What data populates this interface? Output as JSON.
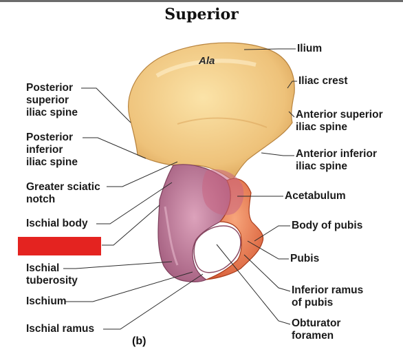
{
  "title": "Superior",
  "figure_label": "(b)",
  "region_label": "Ala",
  "redaction_color": "#e42320",
  "labels_left": {
    "psis": [
      "Posterior",
      "superior",
      "iliac spine"
    ],
    "piis": [
      "Posterior",
      "inferior",
      "iliac spine"
    ],
    "gsn": [
      "Greater sciatic",
      "notch"
    ],
    "ischial_body": "Ischial body",
    "ischial_tuberosity": [
      "Ischial",
      "tuberosity"
    ],
    "ischium": "Ischium",
    "ischial_ramus": "Ischial ramus"
  },
  "labels_right": {
    "ilium": "Ilium",
    "iliac_crest": "Iliac crest",
    "asis": [
      "Anterior superior",
      "iliac spine"
    ],
    "aiis": [
      "Anterior inferior",
      "iliac spine"
    ],
    "acetabulum": "Acetabulum",
    "body_of_pubis": "Body of pubis",
    "pubis": "Pubis",
    "inferior_ramus": [
      "Inferior ramus",
      "of pubis"
    ],
    "obturator": [
      "Obturator",
      "foramen"
    ]
  },
  "colors": {
    "ilium": "#f0c57e",
    "ischium": "#b9708f",
    "pubis": "#e8693f"
  }
}
